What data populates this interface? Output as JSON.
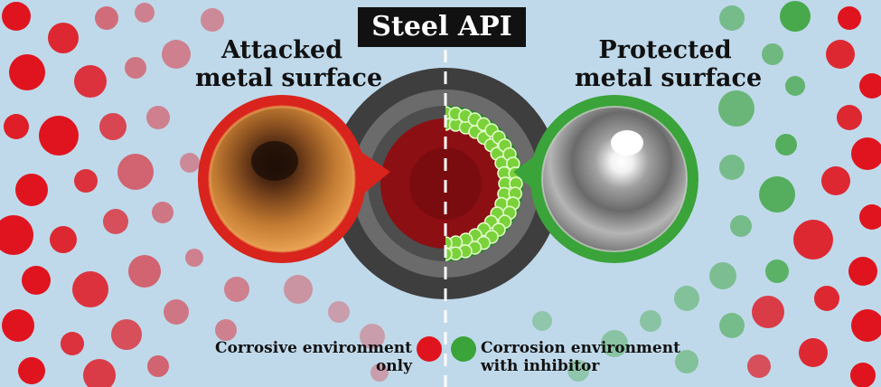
{
  "title": "Steel API",
  "left_label": {
    "line1": "Attacked",
    "line2": "metal surface"
  },
  "right_label": {
    "line1": "Protected",
    "line2": "metal surface"
  },
  "left_caption": {
    "line1": "Corrosive environment",
    "line2": "only"
  },
  "right_caption": {
    "line1": "Corrosion environment",
    "line2": "with inhibitor"
  },
  "colors": {
    "background": "#bfd9ea",
    "corrosive": "#e0141e",
    "inhibitor": "#3aa33a",
    "steel_ring": "#4a4a4a",
    "pipe_interior": "#8c0f14"
  }
}
